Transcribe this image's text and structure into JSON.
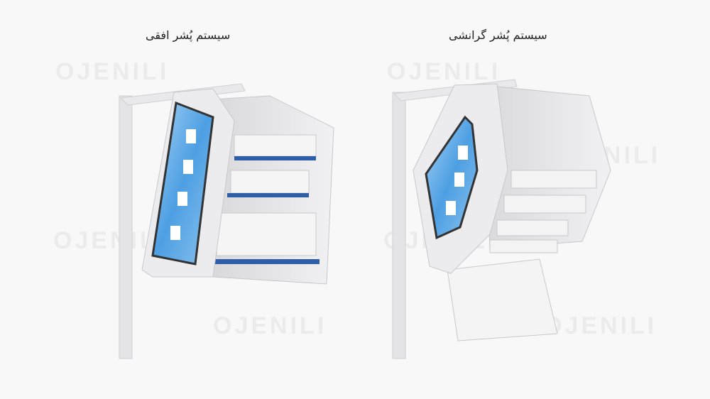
{
  "products": [
    {
      "title": "سیستم پُشر افقی"
    },
    {
      "title": "سیستم پُشر گرانشی"
    }
  ],
  "watermark": "OJENILI",
  "colors": {
    "background": "#f8f8f8",
    "screen_blue": "#5aa8e6",
    "body": "#e8e8ea"
  }
}
